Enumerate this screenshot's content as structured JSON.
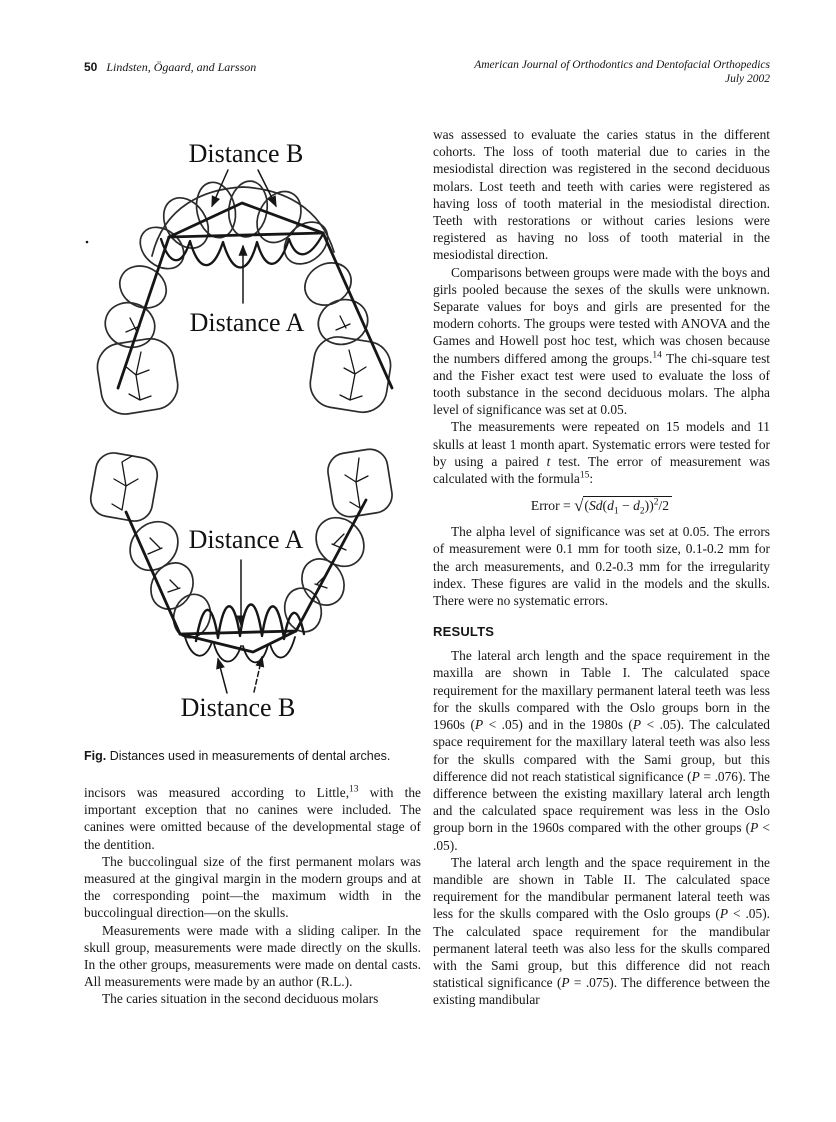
{
  "header": {
    "page_number": "50",
    "authors": "Lindsten, Ögaard, and Larsson",
    "journal_line1": "American Journal of Orthodontics and Dentofacial Orthopedics",
    "journal_line2": "July 2002"
  },
  "figure": {
    "label_distance_b_top": "Distance B",
    "label_distance_a_top": "Distance A",
    "label_distance_a_bottom": "Distance A",
    "label_distance_b_bottom": "Distance B",
    "caption_segments": [
      {
        "t": "Fig.",
        "b": true
      },
      {
        "t": " Distances used in measurements of dental arches."
      }
    ]
  },
  "left_column": {
    "paragraphs": [
      {
        "segments": [
          {
            "t": "incisors was measured according to Little,"
          },
          {
            "t": "13",
            "sup": true
          },
          {
            "t": " with the important exception that no canines were included. The canines were omitted because of the developmental stage of the dentition."
          }
        ]
      },
      {
        "segments": [
          {
            "t": "The buccolingual size of the first permanent molars was measured at the gingival margin in the modern groups and at the corresponding point—the maximum width in the buccolingual direction—on the skulls."
          }
        ]
      },
      {
        "segments": [
          {
            "t": "Measurements were made with a sliding caliper. In the skull group, measurements were made directly on the skulls. In the other groups, measurements were made on dental casts. All measurements were made by an author (R.L.)."
          }
        ]
      },
      {
        "segments": [
          {
            "t": "The caries situation in the second deciduous molars"
          }
        ]
      }
    ]
  },
  "right_column": {
    "paragraph_1": {
      "segments": [
        {
          "t": "was assessed to evaluate the caries status in the different cohorts. The loss of tooth material due to caries in the mesiodistal direction was registered in the second deciduous molars. Lost teeth and teeth with caries were registered as having loss of tooth material in the mesiodistal direction. Teeth with restorations or without caries lesions were registered as having no loss of tooth material in the mesiodistal direction."
        }
      ]
    },
    "paragraph_2": {
      "segments": [
        {
          "t": "Comparisons between groups were made with the boys and girls pooled because the sexes of the skulls were unknown. Separate values for boys and girls are presented for the modern cohorts. The groups were tested with ANOVA and the Games and Howell post hoc test, which was chosen because the numbers differed among the groups."
        },
        {
          "t": "14",
          "sup": true
        },
        {
          "t": " The chi-square test and the Fisher exact test were used to evaluate the loss of tooth substance in the second deciduous molars. The alpha level of significance was set at 0.05."
        }
      ]
    },
    "paragraph_3": {
      "segments": [
        {
          "t": "The measurements were repeated on 15 models and 11 skulls at least 1 month apart. Systematic errors were tested for by using a paired "
        },
        {
          "t": "t",
          "i": true
        },
        {
          "t": " test. The error of measurement was calculated with the formula"
        },
        {
          "t": "15",
          "sup": true
        },
        {
          "t": ":"
        }
      ]
    },
    "formula": {
      "lhs": "Error = ",
      "radical": "√",
      "radicand_segments": [
        {
          "t": "("
        },
        {
          "t": "Sd",
          "i": true
        },
        {
          "t": "("
        },
        {
          "t": "d",
          "i": true
        },
        {
          "t": "1",
          "sub": true
        },
        {
          "t": " − "
        },
        {
          "t": "d",
          "i": true
        },
        {
          "t": "2",
          "sub": true
        },
        {
          "t": "))"
        },
        {
          "t": "2",
          "sup": true
        },
        {
          "t": "/2"
        }
      ]
    },
    "paragraph_4": {
      "segments": [
        {
          "t": "The alpha level of significance was set at 0.05. The errors of measurement were 0.1 mm for tooth size, 0.1-0.2 mm for the arch measurements, and 0.2-0.3 mm for the irregularity index. These figures are valid in the models and the skulls. There were no systematic errors."
        }
      ]
    },
    "results_heading": "RESULTS",
    "paragraph_5": {
      "segments": [
        {
          "t": "The lateral arch length and the space requirement in the maxilla are shown in Table I. The calculated space requirement for the maxillary permanent lateral teeth was less for the skulls compared with the Oslo groups born in the 1960s ("
        },
        {
          "t": "P",
          "i": true
        },
        {
          "t": " < .05) and in the 1980s ("
        },
        {
          "t": "P",
          "i": true
        },
        {
          "t": " < .05). The calculated space requirement for the maxillary lateral teeth was also less for the skulls compared with the Sami group, but this difference did not reach statistical significance ("
        },
        {
          "t": "P",
          "i": true
        },
        {
          "t": " = .076). The difference between the existing maxillary lateral arch length and the calculated space requirement was less in the Oslo group born in the 1960s compared with the other groups ("
        },
        {
          "t": "P",
          "i": true
        },
        {
          "t": " < .05)."
        }
      ]
    },
    "paragraph_6": {
      "segments": [
        {
          "t": "The lateral arch length and the space requirement in the mandible are shown in Table II. The calculated space requirement for the mandibular permanent lateral teeth was less for the skulls compared with the Oslo groups ("
        },
        {
          "t": "P",
          "i": true
        },
        {
          "t": " < .05). The calculated space requirement for the mandibular permanent lateral teeth was also less for the skulls compared with the Sami group, but this difference did not reach statistical significance ("
        },
        {
          "t": "P",
          "i": true
        },
        {
          "t": " = .075). The difference between the existing mandibular"
        }
      ]
    }
  }
}
